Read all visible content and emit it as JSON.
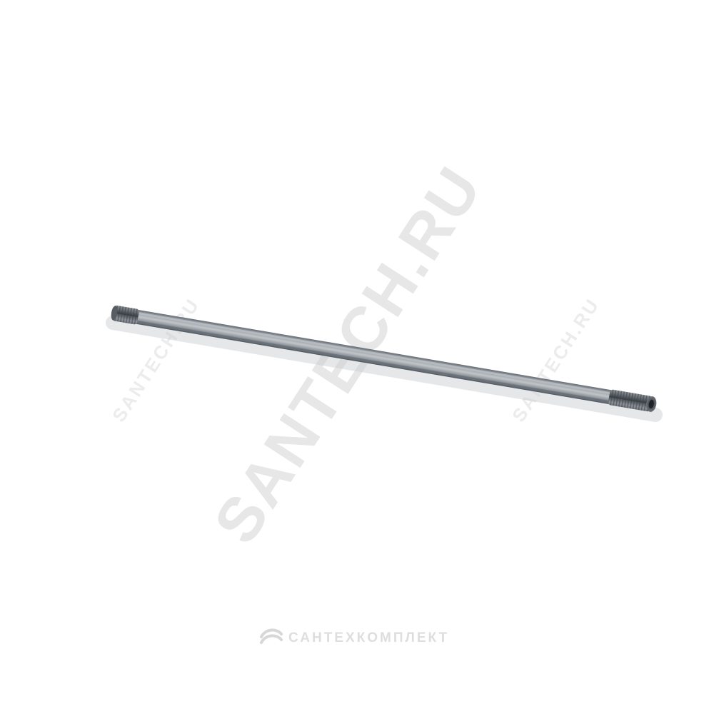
{
  "image": {
    "background_color": "#ffffff",
    "subject": {
      "type": "steel pipe nipple",
      "threaded_ends": 2,
      "tube_color": "#8a9199",
      "thread_color": "#5f666d",
      "shadow_color": "#c7cbcf"
    }
  },
  "watermarks": {
    "main": "SANTECH.RU",
    "left": "SANTECH.RU",
    "right": "SANTECH.RU",
    "footer": "САНТЕХКОМПЛЕКТ",
    "footer_logo_icon": "santechkomplekt-logo-icon",
    "watermark_color": "#e7e7e7"
  }
}
